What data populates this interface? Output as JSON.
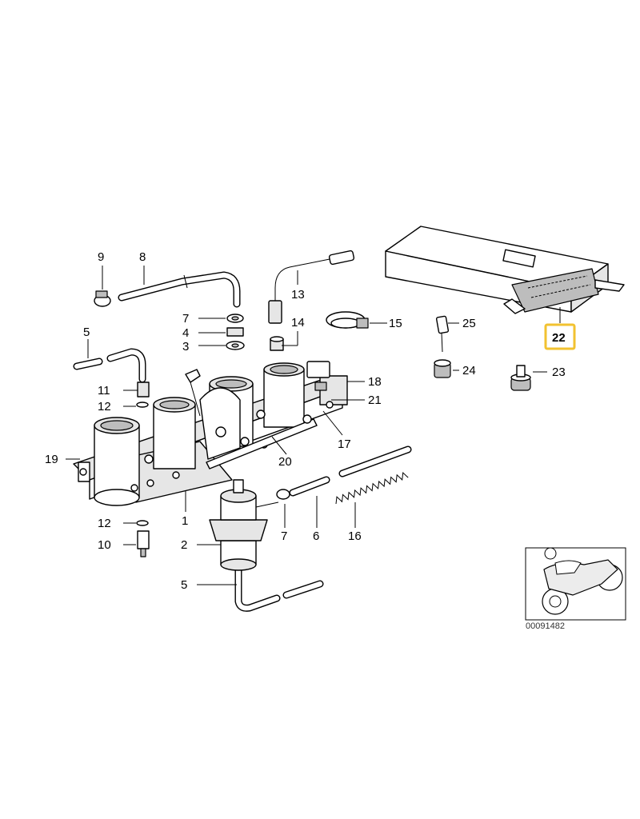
{
  "labels": {
    "p1": "1",
    "p2": "2",
    "p3": "3",
    "p4": "4",
    "p5a": "5",
    "p5b": "5",
    "p6": "6",
    "p7": "7",
    "p8": "8",
    "p9": "9",
    "p10": "10",
    "p11": "11",
    "p12a": "12",
    "p12b": "12",
    "p13": "13",
    "p14": "14",
    "p15": "15",
    "p16": "16",
    "p17": "17",
    "p18": "18",
    "p19": "19",
    "p20": "20",
    "p21": "21",
    "p22": "22",
    "p23": "23",
    "p24": "24",
    "p25": "25"
  },
  "highlight": {
    "label": "22",
    "color": "#f2c230"
  },
  "thumbnail": {
    "icon": "motorcycle-icon"
  },
  "reference_number": "00091482"
}
